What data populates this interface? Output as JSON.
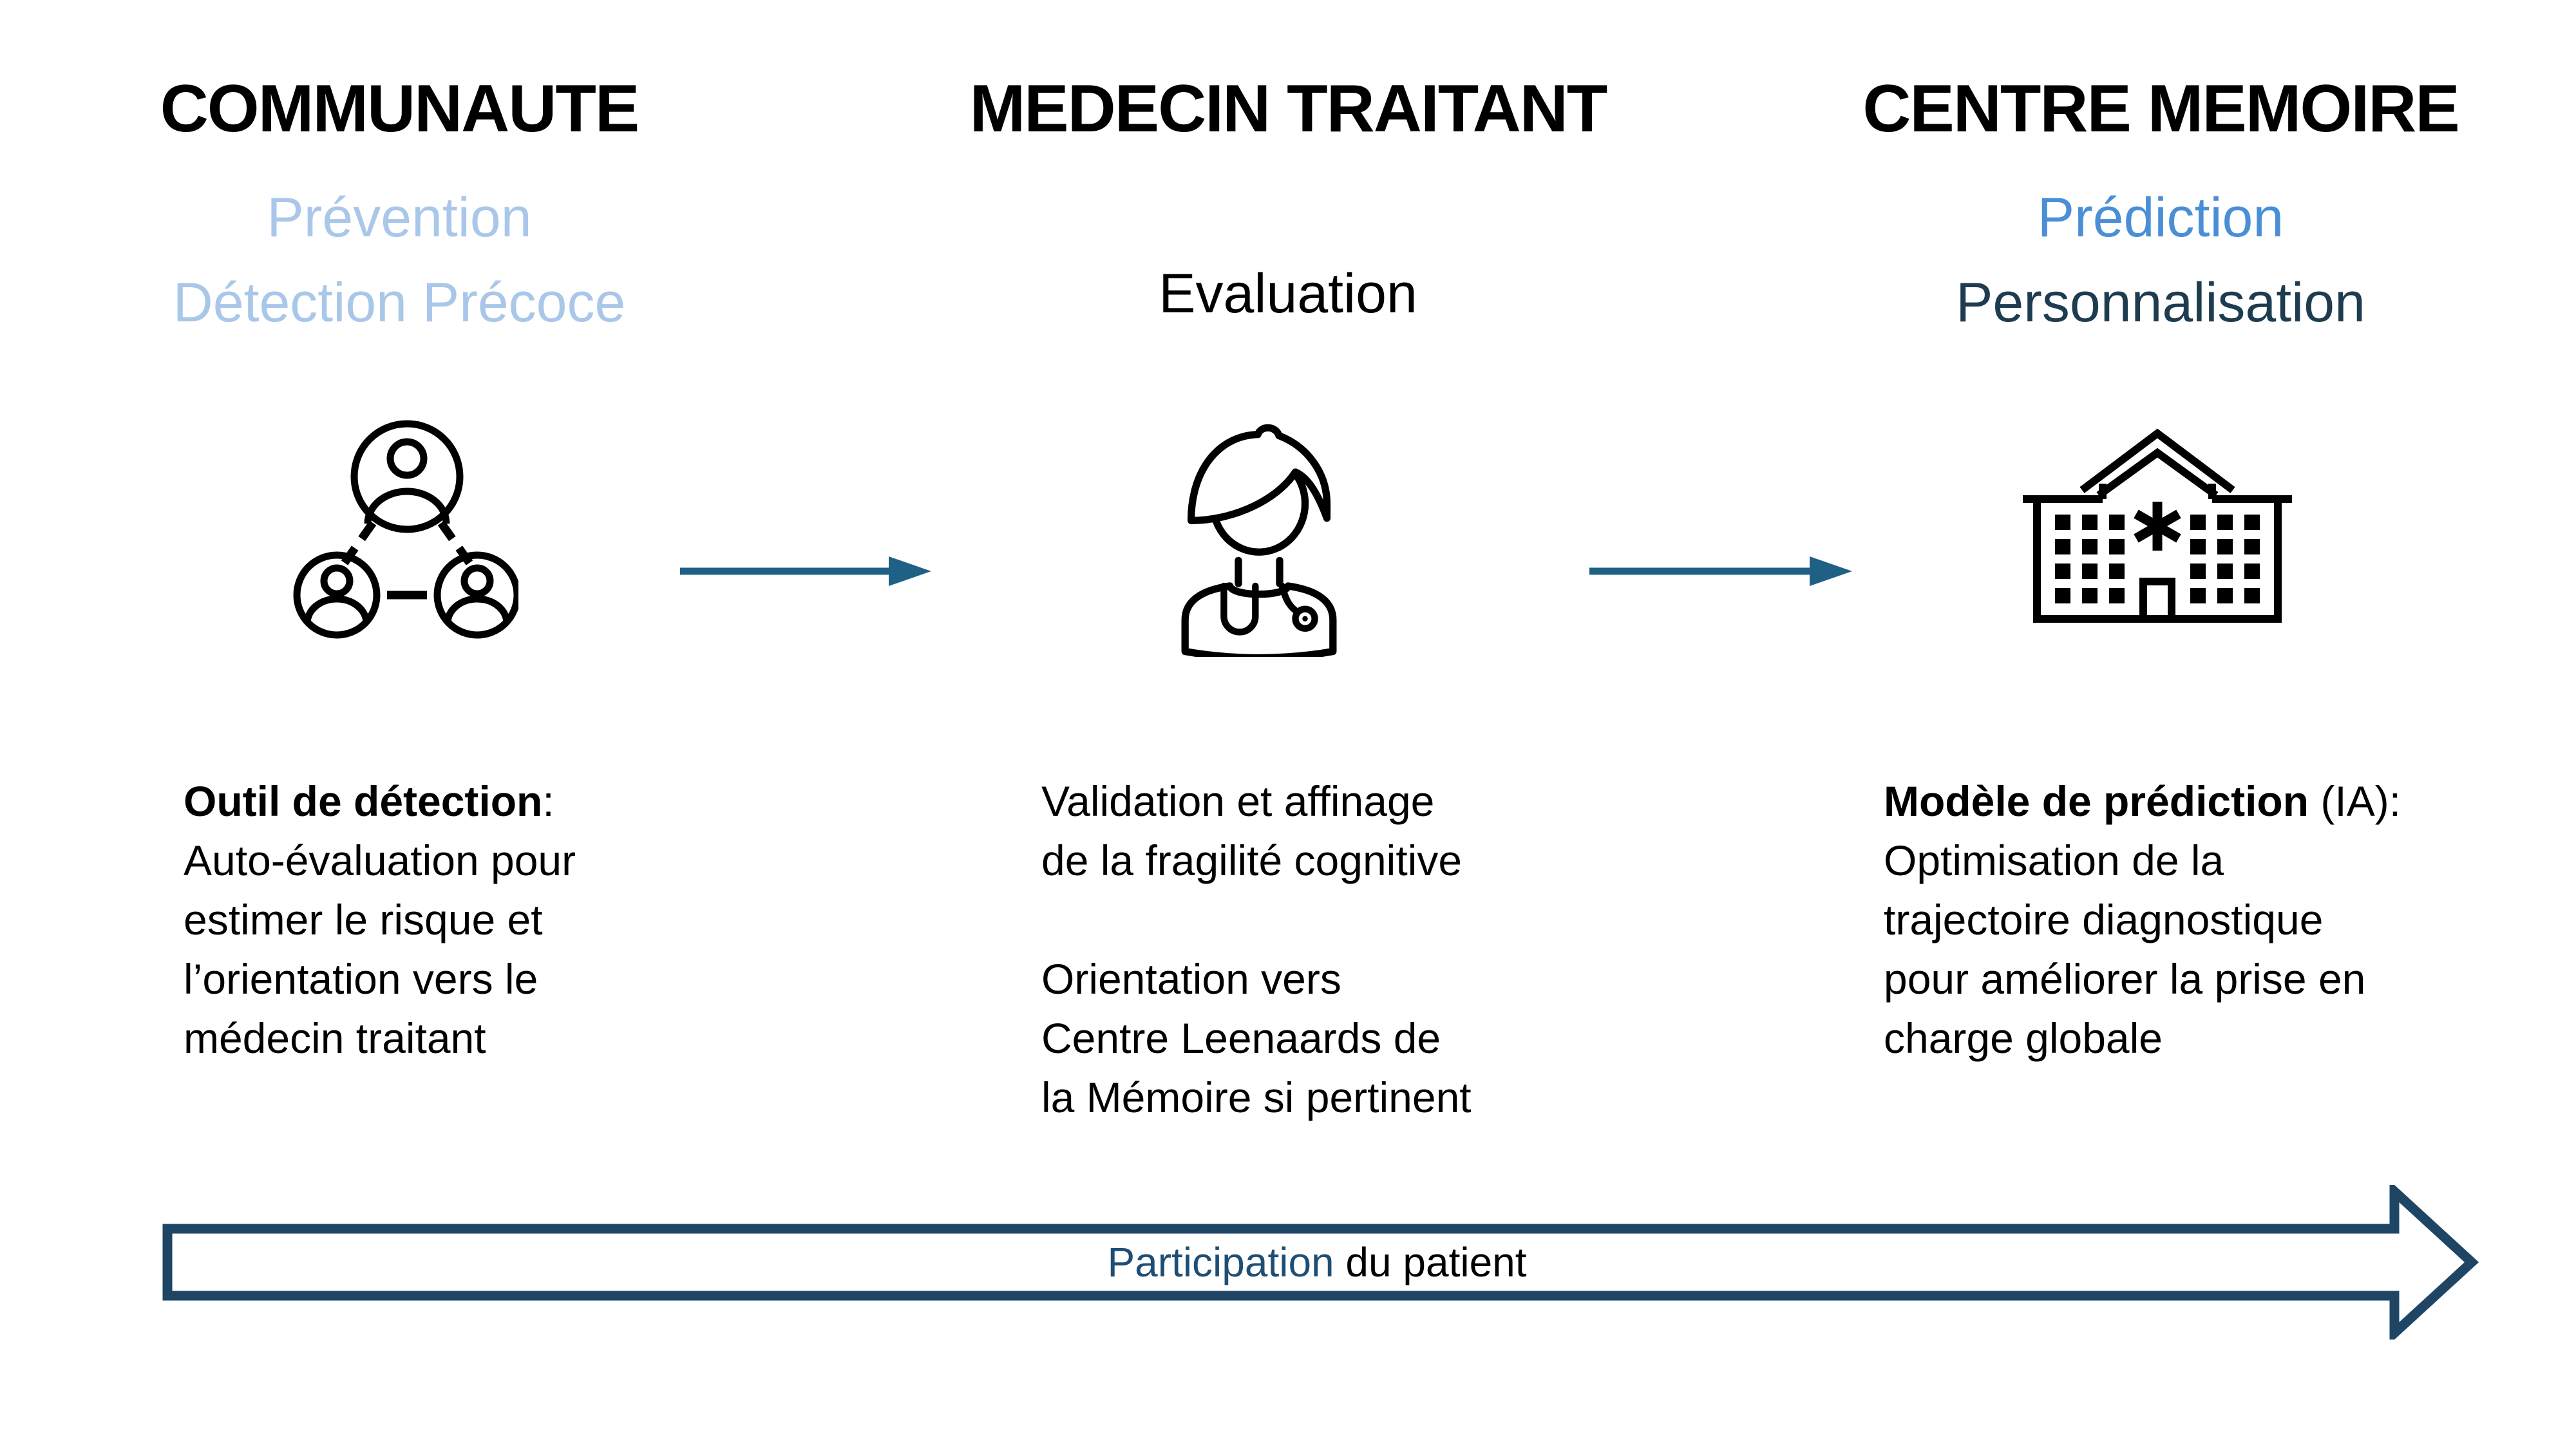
{
  "page_background": "#ffffff",
  "colors": {
    "header_text": "#000000",
    "body_text": "#000000",
    "light_blue": "#A9C7E9",
    "medium_blue": "#4A8FD6",
    "dark_slate_blue": "#1E3C50",
    "flow_arrow": "#1E6185",
    "bottom_arrow_outline": "#1F4565",
    "participation_highlight": "#1F4E74"
  },
  "columns": [
    {
      "id": "communaute",
      "title": "COMMUNAUTE",
      "subtitle": {
        "lines": [
          {
            "text": "Prévention",
            "color": "#A9C7E9"
          },
          {
            "text": "Détection Précoce",
            "color": "#A9C7E9"
          }
        ]
      },
      "icon": "community-network-icon",
      "description": {
        "lead": "Outil de détection",
        "lead_suffix": ":",
        "lines": [
          "Auto-évaluation pour",
          "estimer le risque et",
          "l’orientation vers le",
          "médecin traitant"
        ]
      }
    },
    {
      "id": "medecin-traitant",
      "title": "MEDECIN TRAITANT",
      "subtitle": {
        "lines": [
          {
            "text": "Evaluation",
            "color": "#000000"
          }
        ]
      },
      "icon": "doctor-icon",
      "description": {
        "paragraphs": [
          {
            "lines": [
              "Validation et affinage",
              "de la fragilité cognitive"
            ]
          },
          {
            "lines": [
              "Orientation vers",
              "Centre Leenaards de",
              "la Mémoire si pertinent"
            ]
          }
        ]
      }
    },
    {
      "id": "centre-memoire",
      "title": "CENTRE MEMOIRE",
      "subtitle": {
        "lines": [
          {
            "text": "Prédiction",
            "color": "#4A8FD6"
          },
          {
            "text": "Personnalisation",
            "color": "#1E3C50"
          }
        ]
      },
      "icon": "hospital-building-icon",
      "description": {
        "lead": "Modèle de prédiction",
        "lead_suffix": " (IA):",
        "lines": [
          "Optimisation de la",
          "trajectoire diagnostique",
          "pour améliorer la prise en",
          "charge globale"
        ]
      }
    }
  ],
  "bottom_arrow": {
    "highlight": "Participation",
    "rest": " du patient",
    "highlight_color": "#1F4E74",
    "rest_color": "#000000"
  }
}
